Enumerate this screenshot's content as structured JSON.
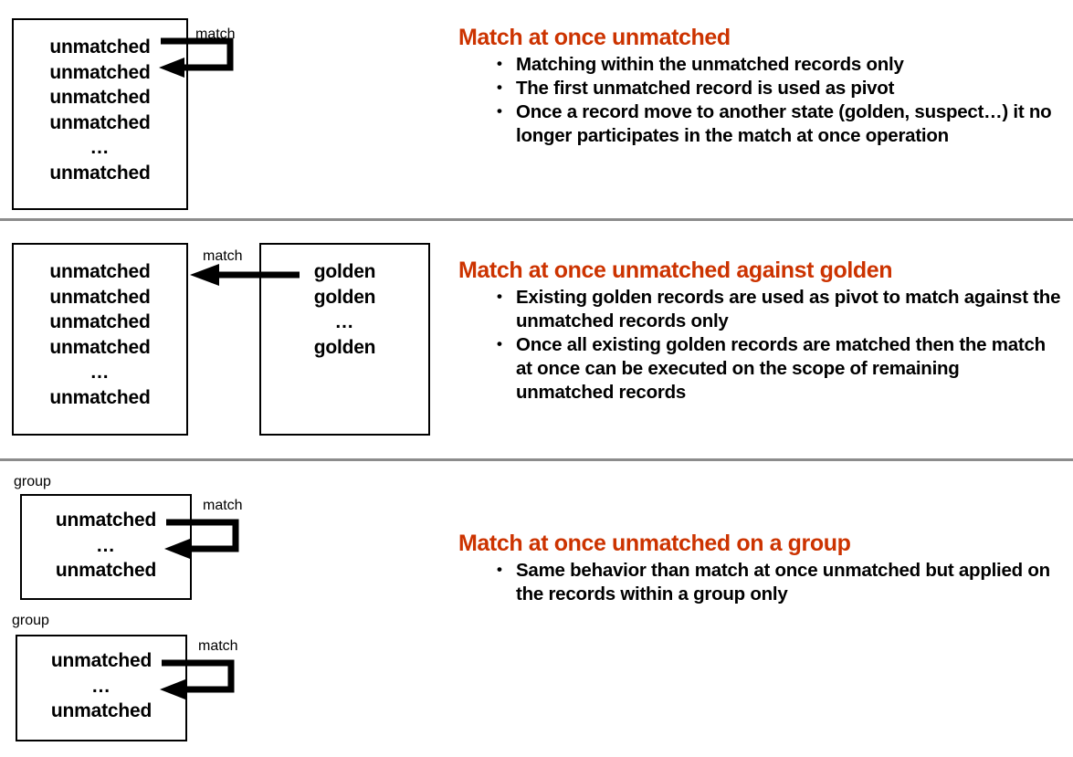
{
  "colors": {
    "title_red": "#CC3300",
    "divider_gray": "#8C8C8C",
    "box_border": "#000000",
    "text": "#000000",
    "background": "#FFFFFF"
  },
  "labels": {
    "match": "match",
    "group": "group",
    "unmatched": "unmatched",
    "golden": "golden",
    "ellipsis": "…"
  },
  "sections": [
    {
      "id": "match-at-once-unmatched",
      "title": "Match at once unmatched",
      "bullets": [
        "Matching within the unmatched records only",
        "The first unmatched record is used as pivot",
        "Once a record move to another state (golden, suspect…) it no longer participates in the match at once operation"
      ],
      "diagram": {
        "boxes": [
          {
            "name": "unmatched-box",
            "rows": [
              "unmatched",
              "unmatched",
              "unmatched",
              "unmatched",
              "…",
              "unmatched"
            ]
          }
        ],
        "arrows": [
          {
            "name": "self-match-loop",
            "label": "match",
            "kind": "loop"
          }
        ]
      }
    },
    {
      "id": "match-at-once-unmatched-against-golden",
      "title": "Match at once unmatched against golden",
      "bullets": [
        "Existing golden records are used as pivot to match against the unmatched records only",
        "Once all existing golden records are matched then the match at once can be executed on the scope of remaining unmatched records"
      ],
      "diagram": {
        "boxes": [
          {
            "name": "unmatched-box",
            "rows": [
              "unmatched",
              "unmatched",
              "unmatched",
              "unmatched",
              "…",
              "unmatched"
            ]
          },
          {
            "name": "golden-box",
            "rows": [
              "golden",
              "golden",
              "…",
              "golden"
            ]
          }
        ],
        "arrows": [
          {
            "name": "golden-to-unmatched",
            "label": "match",
            "kind": "straight-left"
          }
        ]
      }
    },
    {
      "id": "match-at-once-unmatched-on-a-group",
      "title": "Match at once unmatched on a group",
      "bullets": [
        "Same behavior than match at once unmatched but applied on the records within a group only"
      ],
      "diagram": {
        "boxes": [
          {
            "name": "group-box-1",
            "group_label": "group",
            "rows": [
              "unmatched",
              "…",
              "unmatched"
            ]
          },
          {
            "name": "group-box-2",
            "group_label": "group",
            "rows": [
              "unmatched",
              "…",
              "unmatched"
            ]
          }
        ],
        "arrows": [
          {
            "name": "self-match-loop-group-1",
            "label": "match",
            "kind": "loop"
          },
          {
            "name": "self-match-loop-group-2",
            "label": "match",
            "kind": "loop"
          }
        ]
      }
    }
  ]
}
